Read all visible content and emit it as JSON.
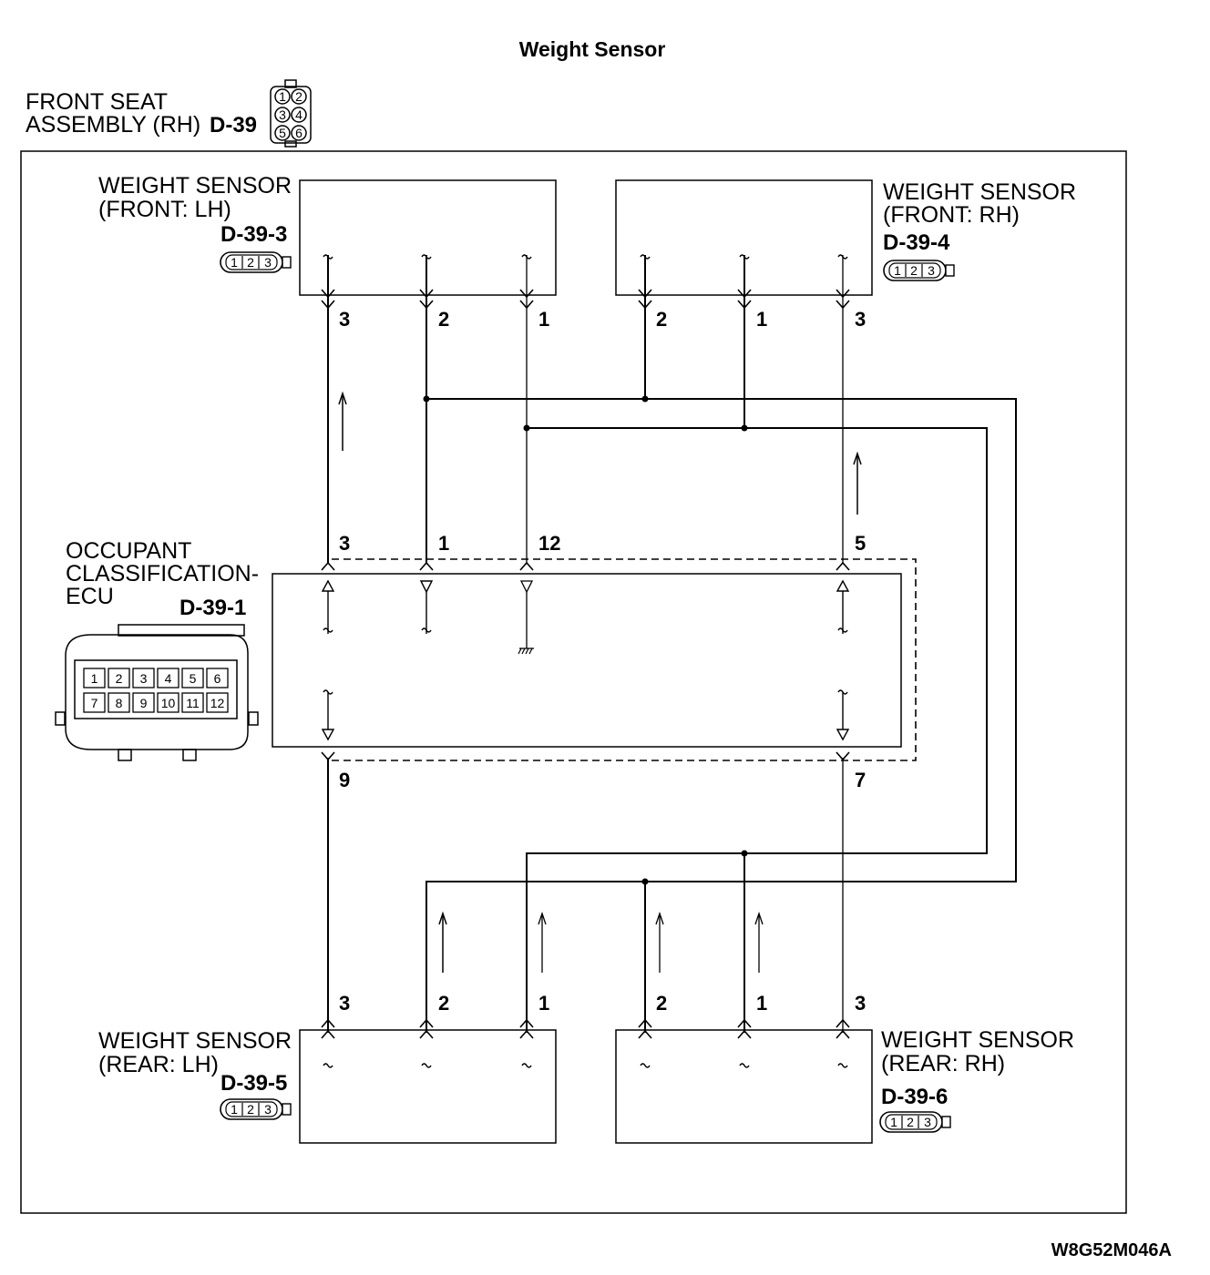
{
  "title": "Weight Sensor",
  "assembly": {
    "line1": "FRONT SEAT",
    "line2": "ASSEMBLY (RH)",
    "code": "D-39",
    "pins": [
      "1",
      "2",
      "3",
      "4",
      "5",
      "6"
    ]
  },
  "sensors": {
    "front_lh": {
      "line1": "WEIGHT SENSOR",
      "line2": "(FRONT: LH)",
      "code": "D-39-3",
      "pins": [
        "3",
        "2",
        "1"
      ]
    },
    "front_rh": {
      "line1": "WEIGHT SENSOR",
      "line2": "(FRONT: RH)",
      "code": "D-39-4",
      "pins": [
        "2",
        "1",
        "3"
      ]
    },
    "rear_lh": {
      "line1": "WEIGHT SENSOR",
      "line2": "(REAR: LH)",
      "code": "D-39-5",
      "pins": [
        "3",
        "2",
        "1"
      ]
    },
    "rear_rh": {
      "line1": "WEIGHT SENSOR",
      "line2": "(REAR: RH)",
      "code": "D-39-6",
      "pins": [
        "2",
        "1",
        "3"
      ]
    }
  },
  "connector_small_pins": [
    "1",
    "2",
    "3"
  ],
  "ecu": {
    "line1": "OCCUPANT",
    "line2": "CLASSIFICATION-",
    "line3": "ECU",
    "code": "D-39-1",
    "top_pins": [
      "3",
      "1",
      "12",
      "5"
    ],
    "bottom_pins": [
      "9",
      "7"
    ],
    "connector_row1": [
      "1",
      "2",
      "3",
      "4",
      "5",
      "6"
    ],
    "connector_row2": [
      "7",
      "8",
      "9",
      "10",
      "11",
      "12"
    ]
  },
  "figure_id": "W8G52M046A"
}
